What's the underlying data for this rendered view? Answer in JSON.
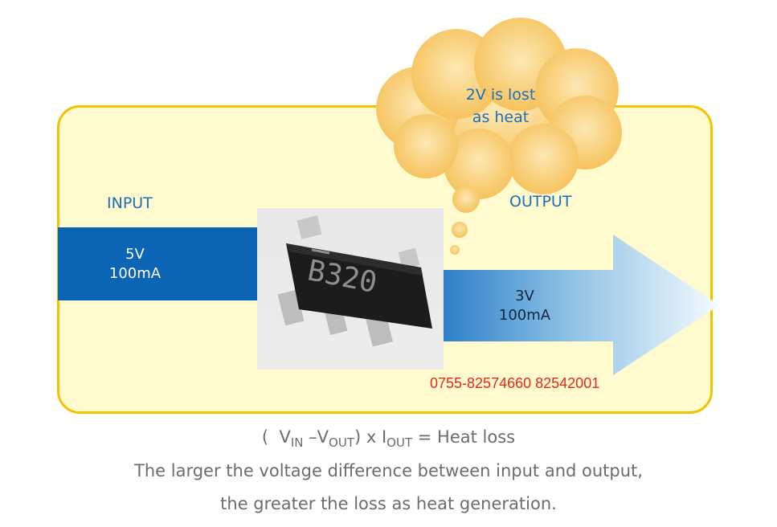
{
  "diagram": {
    "cloud_text_line1": "2V is lost",
    "cloud_text_line2": "as heat",
    "input_label": "INPUT",
    "output_label": "OUTPUT",
    "input_voltage": "5V",
    "input_current": "100mA",
    "output_voltage": "3V",
    "output_current": "100mA",
    "chip_marking": "B320",
    "phone": "0755-82574660 82542001"
  },
  "formula": {
    "open": "(",
    "v": "V",
    "in_sub": "IN",
    "minus_v": "–V",
    "out_sub": "OUT",
    "times": ") x I",
    "i_out_sub": "OUT",
    "result": " = Heat loss"
  },
  "caption": {
    "line1": "The larger the voltage difference between input and output,",
    "line2": "the greater the loss as heat generation."
  },
  "colors": {
    "panel_fill": "#fffbcf",
    "panel_border": "#f2c400",
    "input_blue": "#0c64b4",
    "label_blue": "#1c6fbd",
    "phone_red": "#e52a1a",
    "cloud_orange": "#f7c766"
  }
}
